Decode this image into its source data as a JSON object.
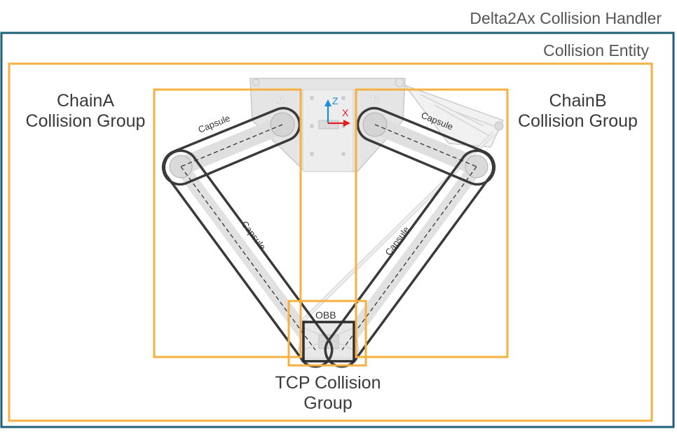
{
  "handler": {
    "label": "Delta2Ax Collision Handler"
  },
  "entity": {
    "label": "Collision Entity"
  },
  "chain_a": {
    "title_line1": "ChainA",
    "title_line2": "Collision Group",
    "plate_letter": "A"
  },
  "chain_b": {
    "title_line1": "ChainB",
    "title_line2": "Collision Group",
    "plate_letter": "B"
  },
  "tcp": {
    "title_line1": "TCP Collision",
    "title_line2": "Group",
    "obb_label": "OBB"
  },
  "capsule_label": "Capsule",
  "axes": {
    "z_label": "Z",
    "x_label": "X",
    "z_color": "#1e8bd6",
    "x_color": "#e02020"
  },
  "colors": {
    "handler_border": "#1f5f7a",
    "group_border": "#f5b041",
    "capsule_outline": "#3a3a3a"
  }
}
